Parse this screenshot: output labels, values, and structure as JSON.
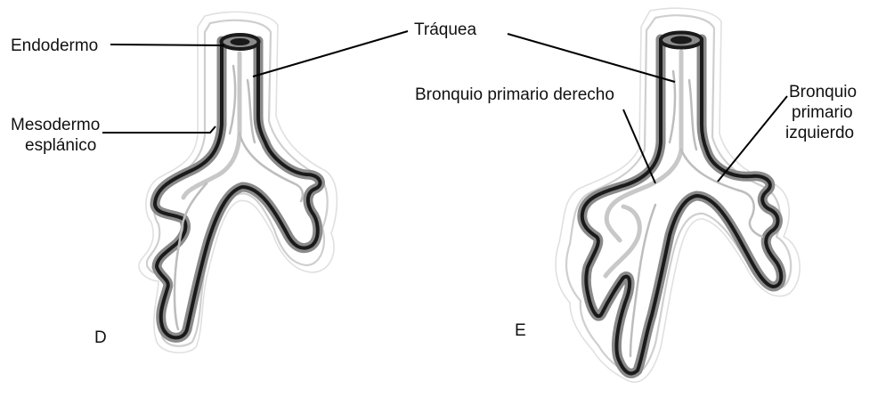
{
  "labels": {
    "endodermo": "Endodermo",
    "traquea": "Tráquea",
    "mesodermo_line1": "Mesodermo",
    "mesodermo_line2": "esplánico",
    "bronquio_derecho": "Bronquio primario derecho",
    "bronquio_izq_line1": "Bronquio",
    "bronquio_izq_line2": "primario",
    "bronquio_izq_line3": "izquierdo",
    "panel_d": "D",
    "panel_e": "E"
  },
  "colors": {
    "endoderm_outline": "#1a1a1a",
    "mesoderm_band": "#8a8a8a",
    "lumen_light": "#bdbdbd",
    "sketch_halo": "#cfcfcf",
    "label_text": "#111111"
  }
}
